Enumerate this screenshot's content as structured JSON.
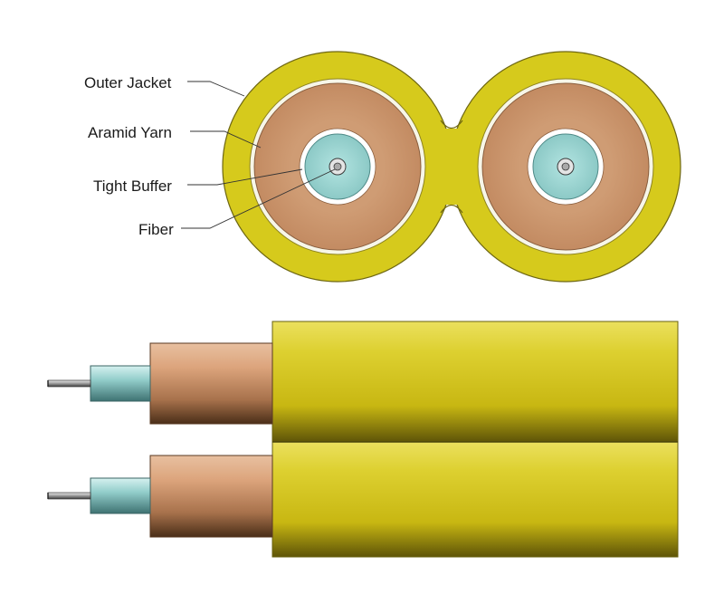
{
  "labels": {
    "outer_jacket": "Outer Jacket",
    "aramid_yarn": "Aramid Yarn",
    "tight_buffer": "Tight Buffer",
    "fiber": "Fiber"
  },
  "colors": {
    "jacket": "#d8cc1a",
    "aramid": "#d49a70",
    "buffer": "#8ecfcc",
    "fiber": "#c4c4c4",
    "outline": "#6b6b10"
  },
  "cable": {
    "type": "duplex zipcord tight-buffered fiber cable",
    "views": [
      "cross-section",
      "side"
    ]
  }
}
